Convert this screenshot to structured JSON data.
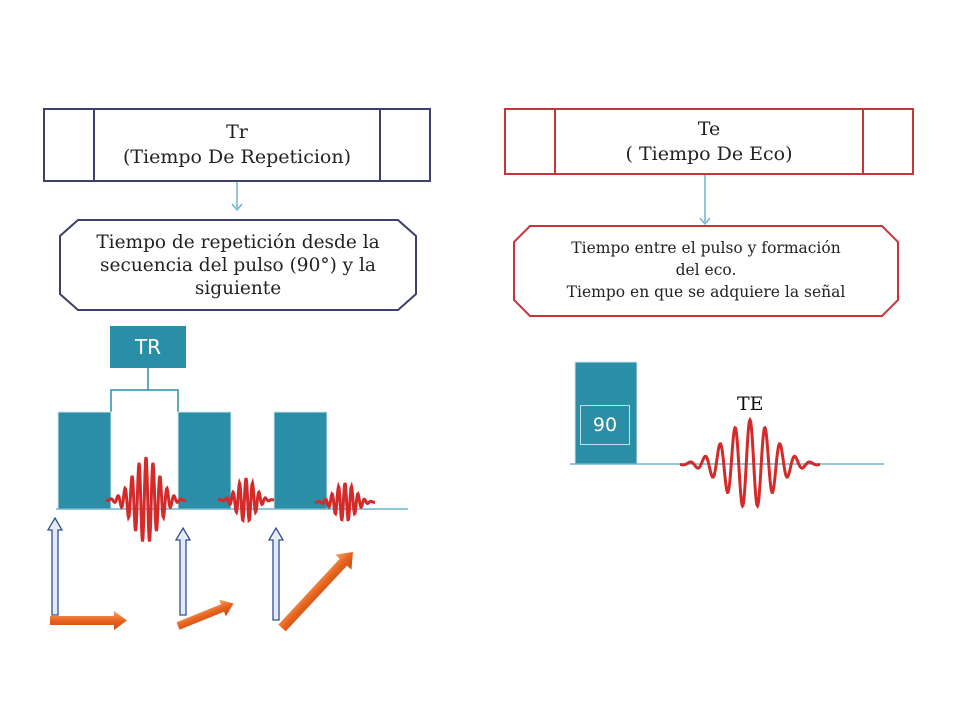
{
  "tr_header": {
    "line1": "Tr",
    "line2": "(Tiempo De Repeticion)"
  },
  "te_header": {
    "line1": "Te",
    "line2": "( Tiempo De Eco)"
  },
  "tr_description": {
    "line1": "Tiempo de repetición desde la",
    "line2": "secuencia del pulso  (90°) y la",
    "line3": "siguiente"
  },
  "te_description": {
    "line1": "Tiempo entre el pulso y formación",
    "line2": "del eco.",
    "line3": "Tiempo en que se adquiere la señal"
  },
  "tr_label": "TR",
  "te_label": "TE",
  "pulse_label": "90",
  "colors": {
    "tr_border": "#3d3f6e",
    "te_border": "#c9343a",
    "pulse_fill": "#2a8ea6",
    "connector": "#6fb3cf",
    "wave": "#d42a2a",
    "orange_arrow": "#e8641e",
    "blue_arrow": "#2f4f8f"
  }
}
